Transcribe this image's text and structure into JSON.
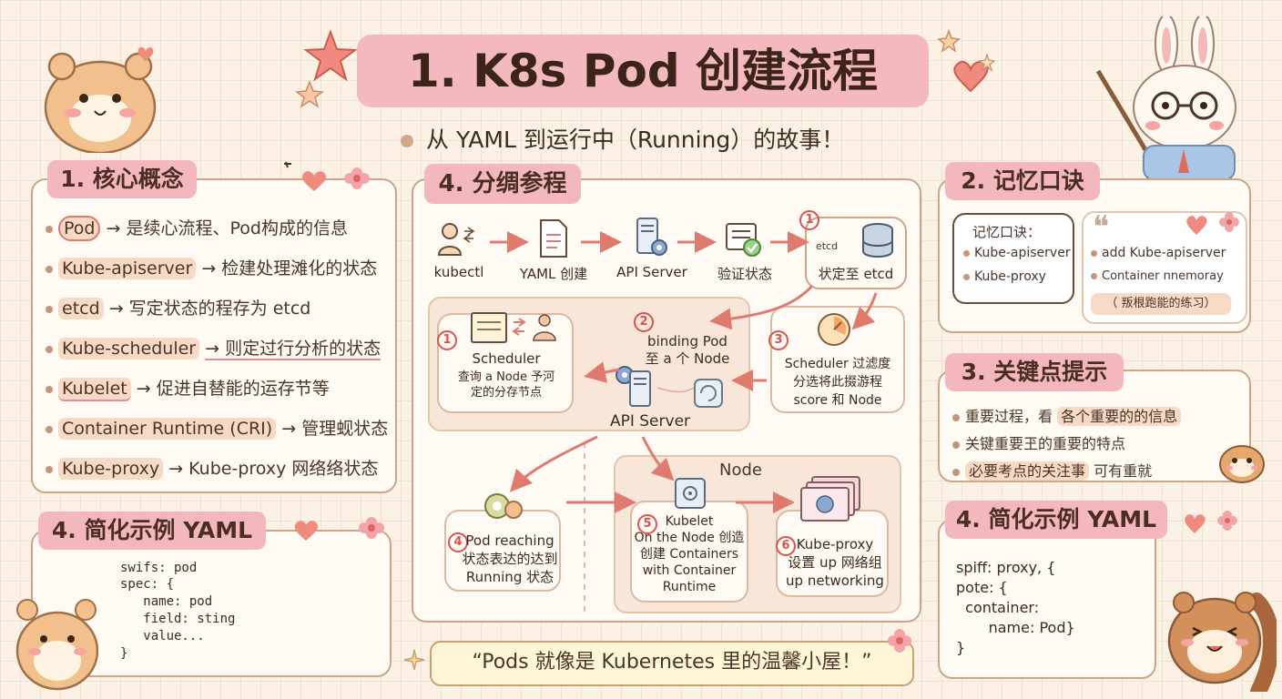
{
  "header": {
    "title": "1. K8s Pod 创建流程",
    "subtitle": "从 YAML 到运行中（Running）的故事！"
  },
  "core_concepts": {
    "heading": "1. 核心概念",
    "items": [
      {
        "term": "Pod",
        "desc": "→ 是续心流程、Pod构成的信息"
      },
      {
        "term": "Kube-apiserver",
        "desc": "→ 检建处理滩化的状态"
      },
      {
        "term": "etcd",
        "desc": "→ 写定状态的程存为 etcd"
      },
      {
        "term": "Kube-scheduler",
        "desc": "→ 则定过行分析的状态"
      },
      {
        "term": "Kubelet",
        "desc": "→ 促进自替能的运存节等"
      },
      {
        "term": "Container Runtime (CRI)",
        "desc": "→ 管理蚬状态"
      },
      {
        "term": "Kube-proxy",
        "desc": "→ Kube-proxy 网络络状态"
      }
    ]
  },
  "yaml_left": {
    "heading": "4. 简化示例 YAML",
    "lines": [
      "swifs: pod",
      "spec: {",
      "   name: pod",
      "   field: sting",
      "   value...",
      "}"
    ]
  },
  "flow": {
    "heading": "4. 分绸参程",
    "top_steps": [
      "kubectl",
      "YAML 创建",
      "API Server",
      "验证状态",
      "状定至 etcd"
    ],
    "etcd_small": "etcd",
    "steps": {
      "one_top": "1",
      "scheduler_num": "1",
      "scheduler_title": "Scheduler",
      "scheduler_desc": "查询 a Node 予河\n定的分存节点",
      "binding_num": "2",
      "binding_text": "binding Pod\n至 a 个 Node",
      "filter_num": "3",
      "filter_text": "Scheduler 过滤度\n分选将此掇游程\nscore 和 Node",
      "api_server": "API Server",
      "node_label": "Node",
      "running_num": "4",
      "running_text": "Pod reaching\n状态表达的达到\nRunning 状态",
      "kubelet_num": "5",
      "kubelet_text": "Kubelet\nOn the Node 创造\n创建 Containers\nwith Container\nRuntime",
      "proxy_num": "6",
      "proxy_text": "Kube-proxy\n设置 up 网络组\nup networking"
    }
  },
  "memory": {
    "heading": "2. 记忆口诀",
    "bubble_title": "记忆口诀：",
    "bubble_items": [
      "Kube-apiserver",
      "Kube-proxy"
    ],
    "quote_items": [
      "add Kube-apiserver",
      "Container nnemoray"
    ],
    "quote_note": "（ 叛根跑能的练习）"
  },
  "tips": {
    "heading": "3. 关键点提示",
    "items": [
      {
        "text": "重要过程，看",
        "hl": "各个重要的的信息"
      },
      {
        "text": "关键重要玊的重要的特点",
        "hl": ""
      },
      {
        "text": "",
        "hl": "必要考点的关注事",
        "tail": "可有重就"
      }
    ]
  },
  "yaml_right": {
    "heading": "4. 简化示例 YAML",
    "lines": [
      "spiff: proxy, {",
      "pote: {",
      "  container:",
      "       name: Pod}",
      "}"
    ]
  },
  "footer_quote": "“Pods 就像是 Kubernetes 里的温馨小屋！”",
  "colors": {
    "accent": "#f3b7bd",
    "border": "#cfa48a",
    "arrow": "#e07a6f",
    "background": "#fbf1e4"
  }
}
